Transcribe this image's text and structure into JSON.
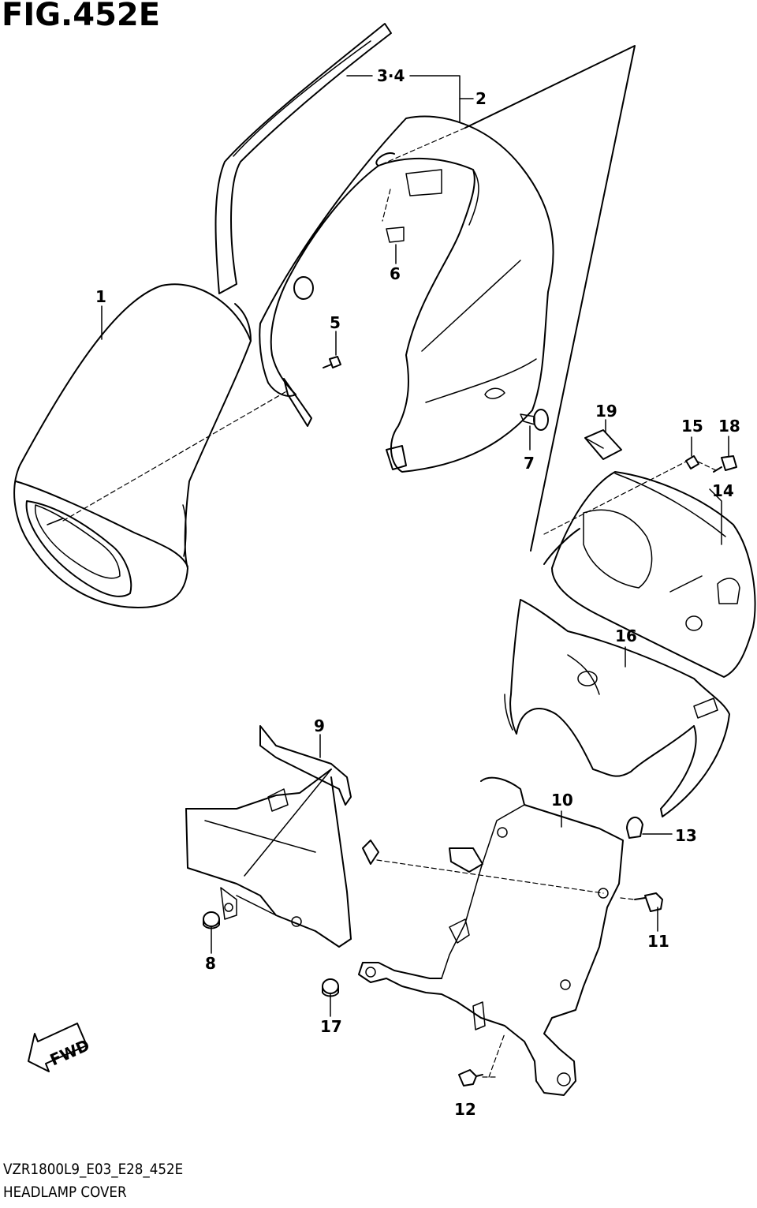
{
  "figure_title": "FIG.452E",
  "model_code": "VZR1800L9_E03_E28_452E",
  "caption": "HEADLAMP COVER",
  "fwd_label": "FWD",
  "callouts": [
    {
      "id": "c1",
      "label": "1"
    },
    {
      "id": "c2",
      "label": "2"
    },
    {
      "id": "c34",
      "label": "3·4"
    },
    {
      "id": "c5",
      "label": "5"
    },
    {
      "id": "c6",
      "label": "6"
    },
    {
      "id": "c7",
      "label": "7"
    },
    {
      "id": "c8",
      "label": "8"
    },
    {
      "id": "c9",
      "label": "9"
    },
    {
      "id": "c10",
      "label": "10"
    },
    {
      "id": "c11",
      "label": "11"
    },
    {
      "id": "c12",
      "label": "12"
    },
    {
      "id": "c13",
      "label": "13"
    },
    {
      "id": "c14",
      "label": "14"
    },
    {
      "id": "c15",
      "label": "15"
    },
    {
      "id": "c16",
      "label": "16"
    },
    {
      "id": "c17",
      "label": "17"
    },
    {
      "id": "c18",
      "label": "18"
    },
    {
      "id": "c19",
      "label": "19"
    }
  ],
  "colors": {
    "ink": "#000000",
    "paper": "#ffffff"
  }
}
